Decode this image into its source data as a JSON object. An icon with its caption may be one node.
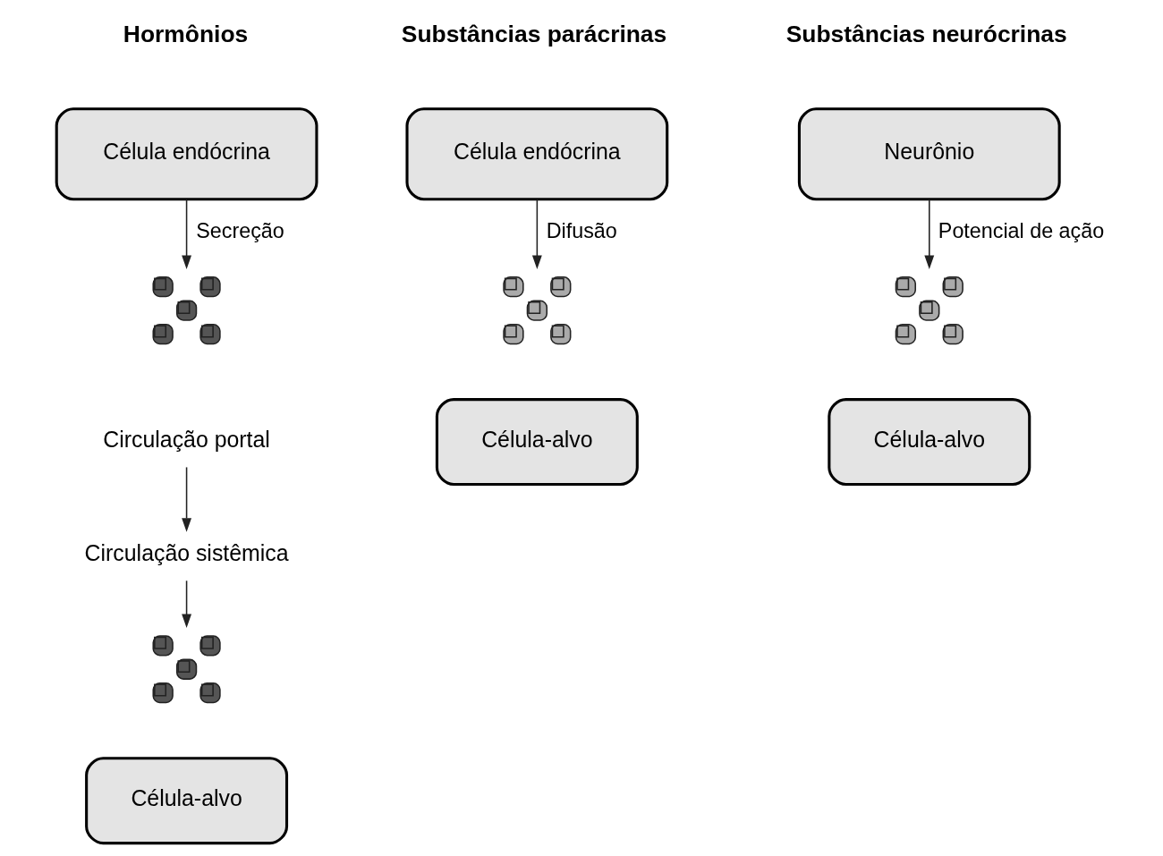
{
  "diagram": {
    "nodes": [
      {
        "text": [
          "Célula endócrina"
        ]
      },
      {
        "text": [],
        "shape": "picture"
      },
      {
        "text": [
          "Circulação portal"
        ]
      },
      {
        "text": [
          "Circulação sistêmica"
        ]
      },
      {
        "text": [],
        "shape": "picture"
      },
      {
        "text": [
          "Célula-alvo"
        ]
      },
      {
        "text": [
          "Célula endócrina"
        ]
      },
      {
        "text": [],
        "shape": "picture"
      },
      {
        "text": [
          "Célula-alvo"
        ]
      },
      {
        "text": [
          "Neurônio"
        ]
      },
      {
        "text": [],
        "shape": "picture"
      },
      {
        "text": [
          "Célula-alvo"
        ]
      }
    ],
    "edges": [
      {
        "from": 0,
        "to": 1,
        "arrow": "to",
        "label": "Secreção"
      },
      {
        "from": 2,
        "to": 3,
        "arrow": "to"
      },
      {
        "from": 3,
        "to": 4,
        "arrow": "to"
      },
      {
        "from": 6,
        "to": 7,
        "arrow": "to",
        "label": "Difusão"
      },
      {
        "from": 9,
        "to": 10,
        "arrow": "to",
        "label": "Potencial de ação"
      }
    ],
    "labels": [
      "Hormônios",
      "Substâncias parácrinas",
      "Substâncias neurócrinas"
    ]
  }
}
